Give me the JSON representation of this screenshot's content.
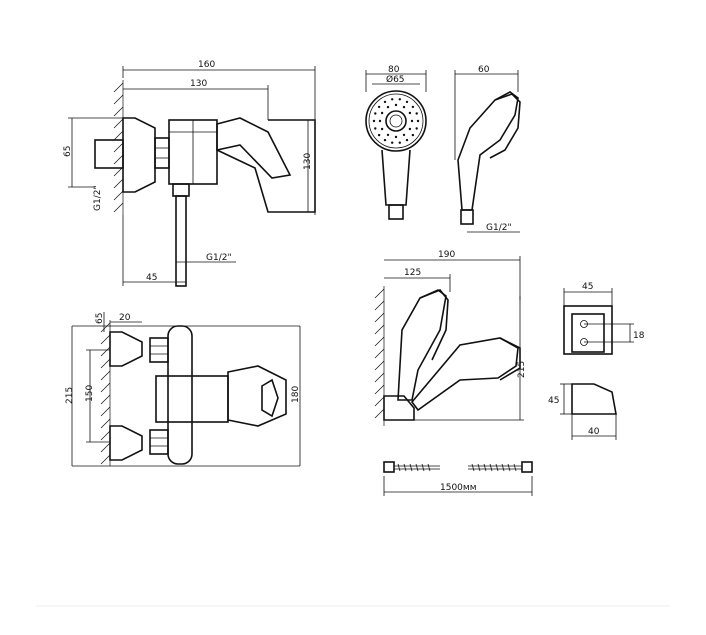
{
  "dimensions": {
    "side_width_160": "160",
    "side_width_130": "130",
    "side_height_65": "65",
    "side_height_130": "130",
    "side_thread": "G1/2\"",
    "side_offset_45": "45",
    "side_bottom_thread": "G1/2\"",
    "front_65": "65",
    "front_20": "20",
    "front_215": "215",
    "front_150": "150",
    "front_180": "180",
    "head_80": "80",
    "head_65": "Ø65",
    "head_side_60": "60",
    "head_side_thread": "G1/2\"",
    "holder_190": "190",
    "holder_125": "125",
    "holder_215": "215",
    "bracket_45": "45",
    "bracket_18": "18",
    "bracket_side_45": "45",
    "bracket_side_40": "40",
    "hose_length": "1500мм"
  }
}
